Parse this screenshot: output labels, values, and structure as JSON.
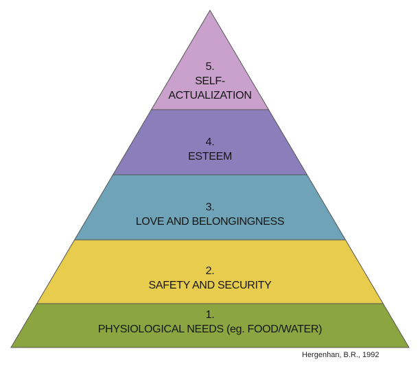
{
  "pyramid": {
    "levels": [
      {
        "number": "5.",
        "lines": [
          "SELF-",
          "ACTUALIZATION"
        ],
        "color": "#c9a1cc"
      },
      {
        "number": "4.",
        "lines": [
          "ESTEEM"
        ],
        "color": "#8b7fbb"
      },
      {
        "number": "3.",
        "lines": [
          "LOVE AND BELONGINGNESS"
        ],
        "color": "#6fa3b8"
      },
      {
        "number": "2.",
        "lines": [
          "SAFETY AND SECURITY"
        ],
        "color": "#e8cc4e"
      },
      {
        "number": "1.",
        "lines": [
          "PHYSIOLOGICAL NEEDS (eg. FOOD/WATER)"
        ],
        "color": "#8ba640"
      }
    ]
  },
  "citation": "Hergenhan, B.R., 1992"
}
